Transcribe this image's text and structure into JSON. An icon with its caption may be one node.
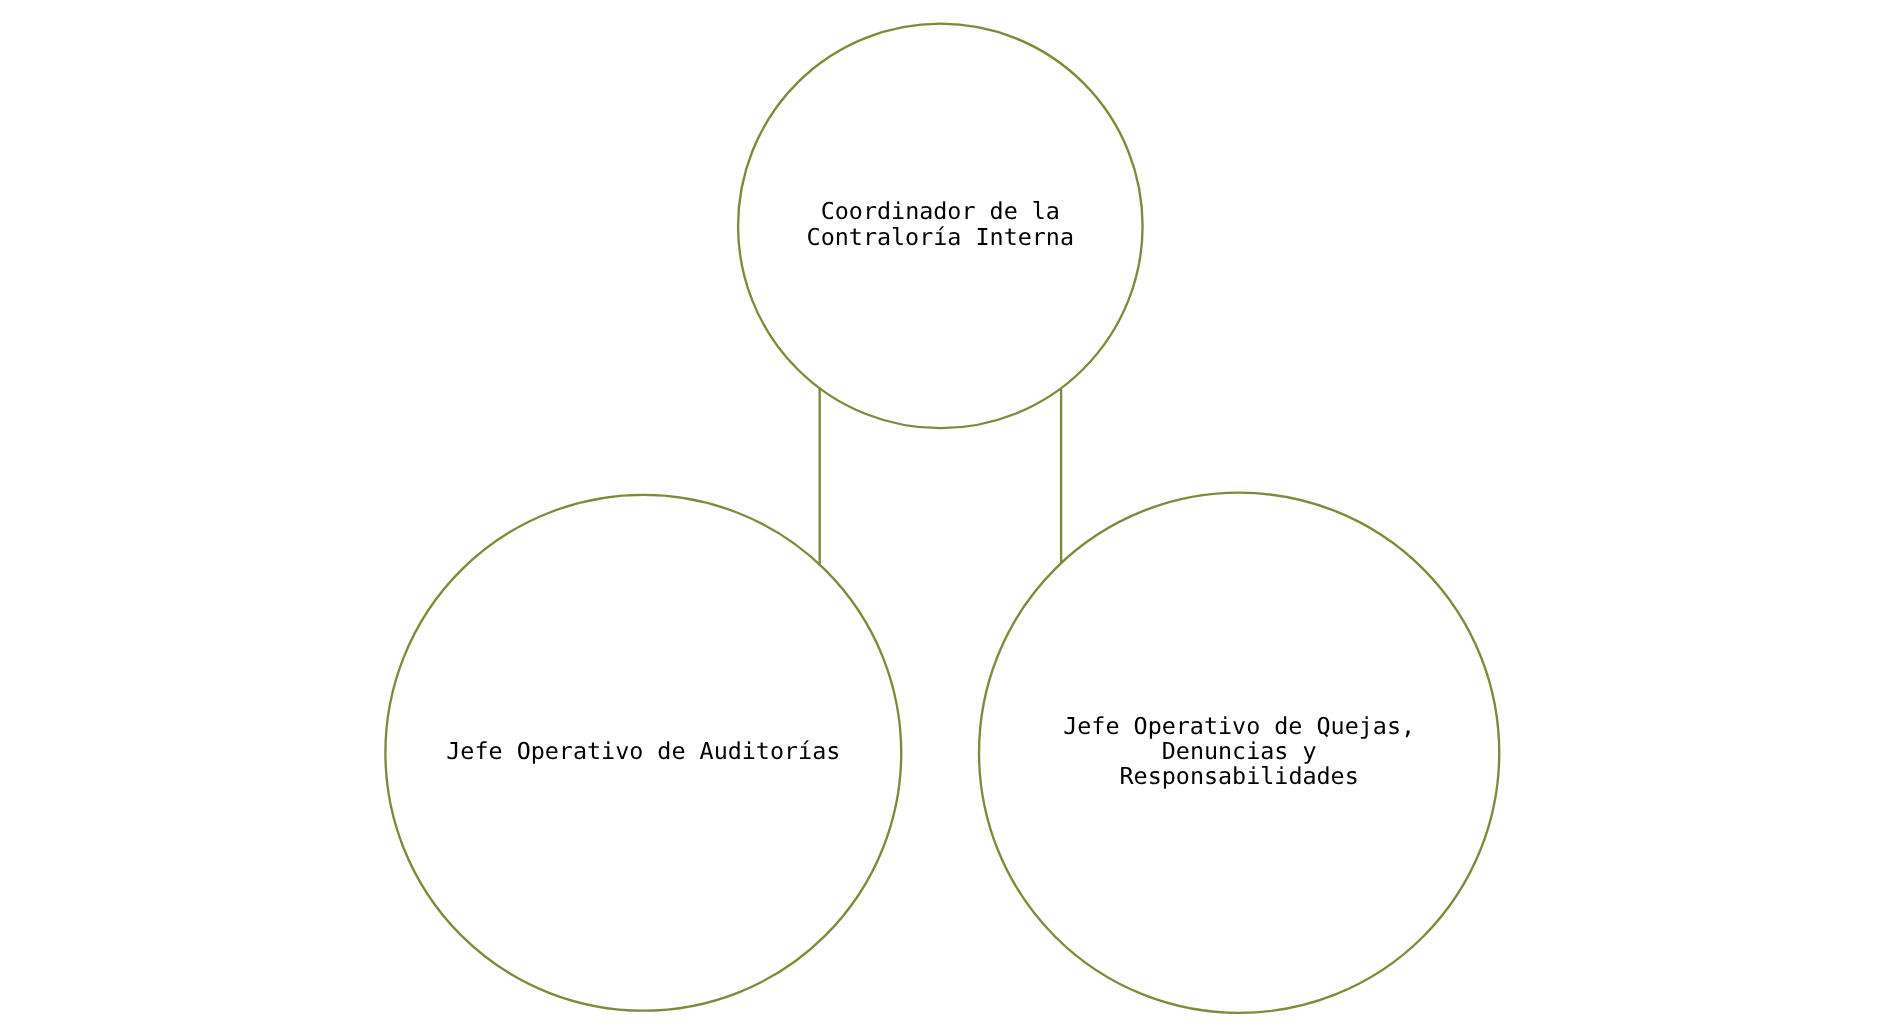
{
  "diagram": {
    "nodes": [
      {
        "text": [
          "Coordinador de la Contraloría Interna"
        ]
      },
      {
        "text": [
          "Jefe Operativo de Auditorías"
        ]
      },
      {
        "text": [
          "Jefe Operativo de Quejas, Denuncias y Responsabilidades"
        ]
      }
    ],
    "edges": [
      {
        "from": 0,
        "to": 1,
        "arrow": "none"
      },
      {
        "from": 0,
        "to": 2,
        "arrow": "none"
      }
    ]
  }
}
